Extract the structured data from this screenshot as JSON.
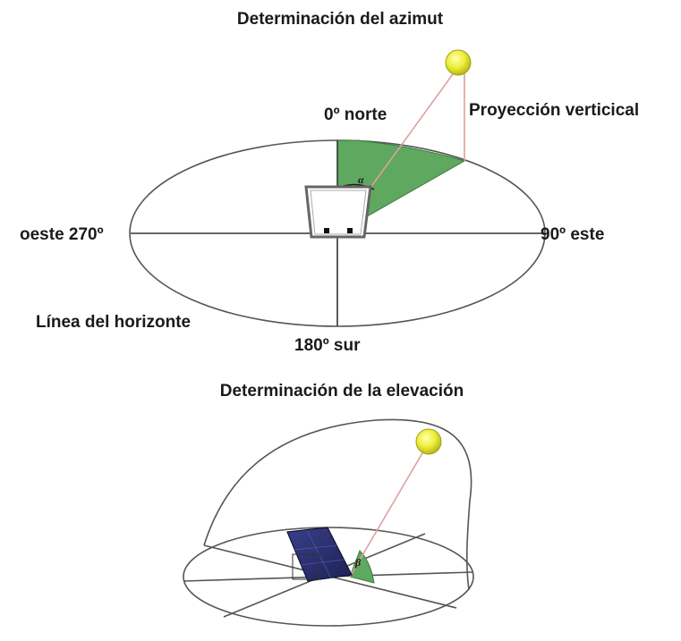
{
  "azimut": {
    "title": "Determinación del azimut",
    "label_north": "0º norte",
    "label_south": "180º sur",
    "label_east": "90º este",
    "label_west": "oeste 270º",
    "label_projection": "Proyección verticical",
    "label_horizon": "Línea del horizonte",
    "angle_symbol": "α"
  },
  "elevacion": {
    "title": "Determinación de la elevación",
    "angle_symbol": "β"
  },
  "colors": {
    "sun": "#e8e830",
    "sector": "#5fa85f",
    "ray": "#e0a0a0",
    "panel": "#2a2f6e"
  },
  "icons": {
    "sun": "sun-icon",
    "solar_panel": "solar-panel-icon"
  }
}
